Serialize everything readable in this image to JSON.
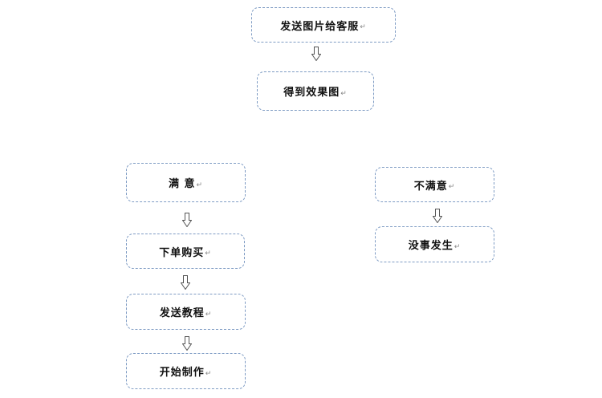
{
  "nodes": {
    "send_image": "发送图片给客服",
    "get_result": "得到效果图",
    "satisfied": "满 意",
    "place_order": "下单购买",
    "send_tutorial": "发送教程",
    "start_making": "开始制作",
    "not_satisfied": "不满意",
    "nothing_happens": "没事发生"
  },
  "paragraph_mark": "↵",
  "colors": {
    "border": "#7f9cc4",
    "text": "#111111",
    "arrow": "#555555"
  }
}
